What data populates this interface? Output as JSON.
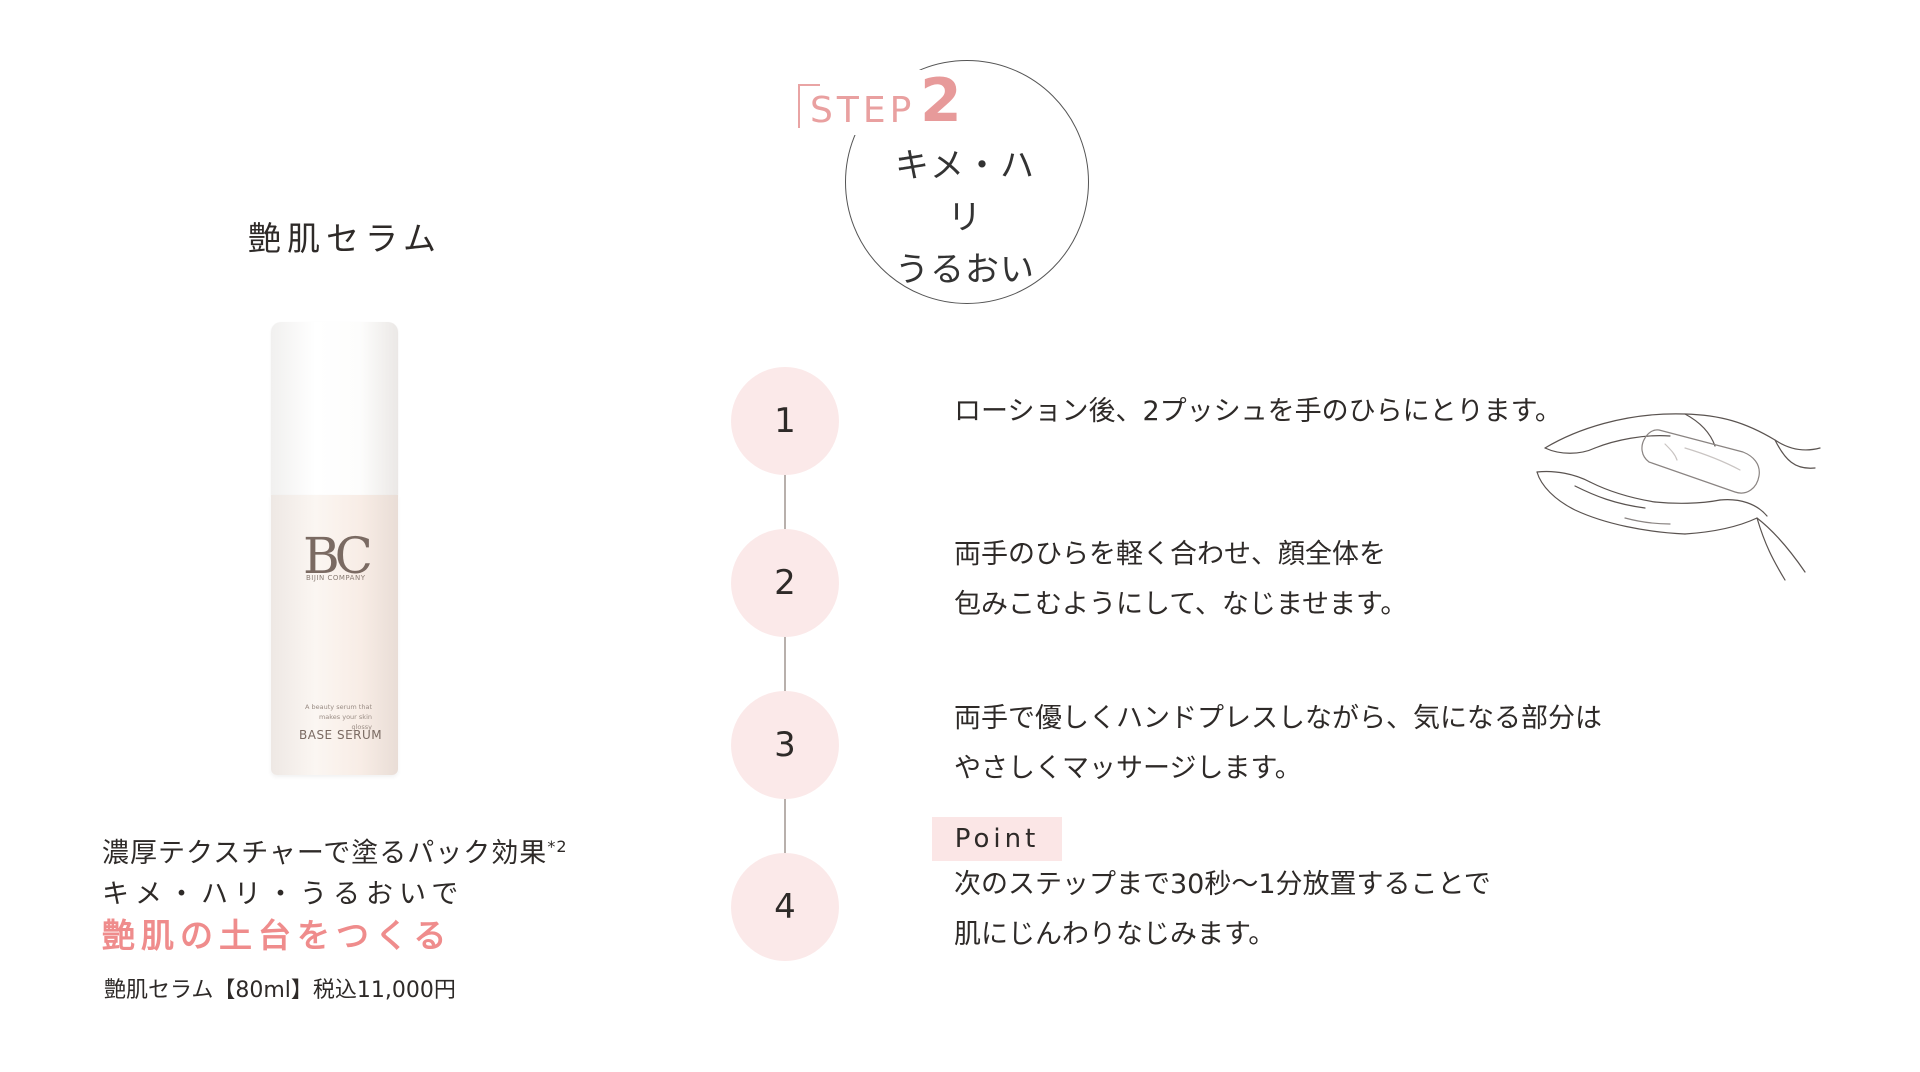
{
  "step_badge": {
    "word": "STEP",
    "number": "2",
    "title_lines": [
      "キメ・ハリ",
      "うるおい"
    ]
  },
  "product": {
    "name": "艶肌セラム",
    "bottle": {
      "logo": "BC",
      "brand": "BIJIN COMPANY",
      "tagline": [
        "A beauty serum that",
        "makes your skin glossy"
      ],
      "label": "BASE SERUM"
    },
    "desc_line1": "濃厚テクスチャーで塗るパック効果",
    "desc_line1_note": "*2",
    "desc_line2": "キメ・ハリ・うるおいで",
    "desc_line3": "艶肌の土台をつくる",
    "price": "艶肌セラム【80ml】税込11,000円"
  },
  "steps": [
    {
      "number": "1",
      "lines": [
        "ローション後、2プッシュを手のひらにとります。"
      ]
    },
    {
      "number": "2",
      "lines": [
        "両手のひらを軽く合わせ、顔全体を",
        "包みこむようにして、なじませます。"
      ]
    },
    {
      "number": "3",
      "lines": [
        "両手で優しくハンドプレスしながら、気になる部分は",
        "やさしくマッサージします。"
      ]
    },
    {
      "number": "4",
      "point_label": "Point",
      "lines": [
        "次のステップまで30秒〜1分放置することで",
        "肌にじんわりなじみます。"
      ]
    }
  ],
  "colors": {
    "accent": "#ef8c8c",
    "circle_fill": "#fbe9e9",
    "point_fill": "#fbe6e6",
    "text": "#2e2a28"
  },
  "illustration": "hands-with-bottle-icon"
}
